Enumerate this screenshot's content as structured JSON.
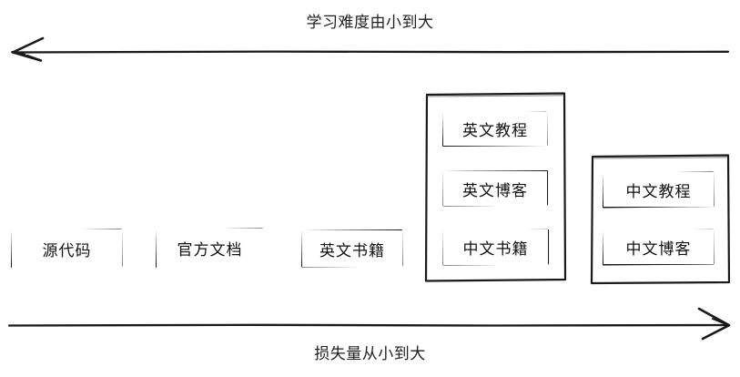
{
  "diagram": {
    "type": "hand-drawn-axis-diagram",
    "background_color": "#ffffff",
    "stroke_color": "#1a1a1a",
    "top_axis": {
      "label": "学习难度由小到大",
      "direction": "left",
      "arrow_icon": "arrow-left-icon"
    },
    "bottom_axis": {
      "label": "损失量从小到大",
      "direction": "right",
      "arrow_icon": "arrow-right-icon"
    },
    "items": [
      {
        "id": "source-code",
        "label": "源代码"
      },
      {
        "id": "official-docs",
        "label": "官方文档"
      },
      {
        "id": "english-books",
        "label": "英文书籍"
      }
    ],
    "groups": [
      {
        "id": "group-middle",
        "items": [
          {
            "id": "english-tutorial",
            "label": "英文教程"
          },
          {
            "id": "english-blog",
            "label": "英文博客"
          },
          {
            "id": "chinese-books",
            "label": "中文书籍"
          }
        ]
      },
      {
        "id": "group-right",
        "items": [
          {
            "id": "chinese-tutorial",
            "label": "中文教程"
          },
          {
            "id": "chinese-blog",
            "label": "中文博客"
          }
        ]
      }
    ]
  }
}
